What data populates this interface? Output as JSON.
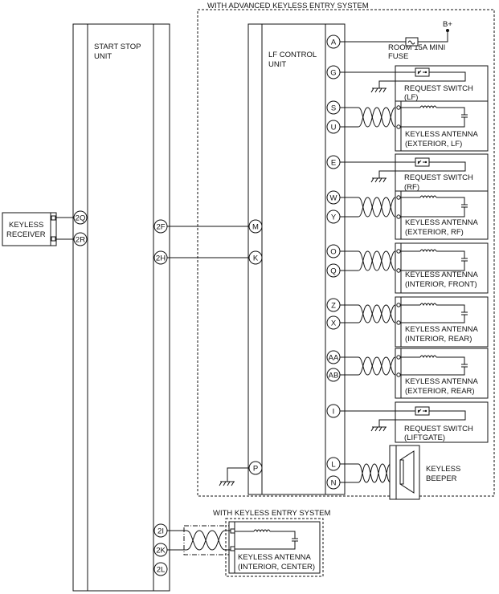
{
  "advanced_system": {
    "title": "WITH ADVANCED KEYLESS ENTRY SYSTEM"
  },
  "keyless_entry_system": {
    "title": "WITH KEYLESS ENTRY SYSTEM"
  },
  "start_stop_unit": {
    "label_line1": "START STOP",
    "label_line2": "UNIT",
    "pins": [
      "2Q",
      "2R",
      "2F",
      "2H",
      "2I",
      "2K",
      "2L"
    ]
  },
  "lf_control_unit": {
    "label_line1": "LF CONTROL",
    "label_line2": "UNIT",
    "pins_right": [
      "A",
      "G",
      "S",
      "U",
      "E",
      "W",
      "Y",
      "O",
      "Q",
      "Z",
      "X",
      "AA",
      "AB",
      "I",
      "L",
      "N"
    ],
    "pins_left": [
      "M",
      "K",
      "P"
    ]
  },
  "keyless_receiver": {
    "line1": "KEYLESS",
    "line2": "RECEIVER"
  },
  "fuse": {
    "line1": "ROOM 15A MINI",
    "line2": "FUSE"
  },
  "battery": {
    "label": "B+"
  },
  "components": {
    "req_lf": {
      "line1": "REQUEST SWITCH",
      "line2": "(LF)"
    },
    "ant_ext_lf": {
      "line1": "KEYLESS ANTENNA",
      "line2": "(EXTERIOR, LF)"
    },
    "req_rf": {
      "line1": "REQUEST SWITCH",
      "line2": "(RF)"
    },
    "ant_ext_rf": {
      "line1": "KEYLESS ANTENNA",
      "line2": "(EXTERIOR, RF)"
    },
    "ant_int_front": {
      "line1": "KEYLESS ANTENNA",
      "line2": "(INTERIOR, FRONT)"
    },
    "ant_int_rear": {
      "line1": "KEYLESS ANTENNA",
      "line2": "(INTERIOR, REAR)"
    },
    "ant_ext_rear": {
      "line1": "KEYLESS ANTENNA",
      "line2": "(EXTERIOR, REAR)"
    },
    "req_liftgate": {
      "line1": "REQUEST SWITCH",
      "line2": "(LIFTGATE)"
    },
    "beeper": {
      "line1": "KEYLESS",
      "line2": "BEEPER"
    },
    "ant_int_center": {
      "line1": "KEYLESS ANTENNA",
      "line2": "(INTERIOR, CENTER)"
    }
  }
}
